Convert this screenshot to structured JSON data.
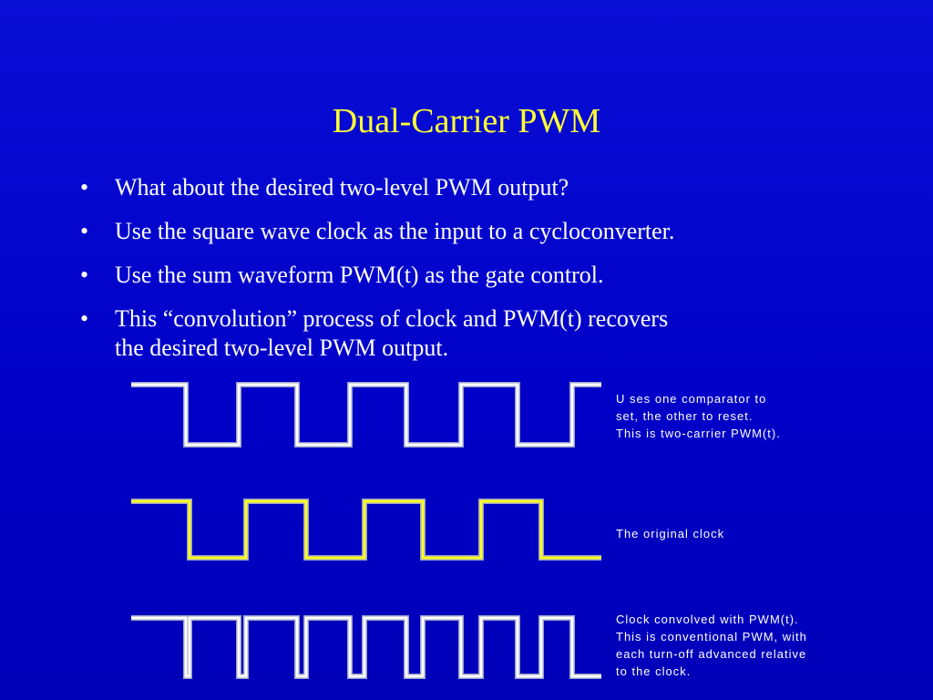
{
  "slide": {
    "title": "Dual-Carrier PWM",
    "bullets": [
      {
        "lines": [
          "What about the desired two-level PWM output?"
        ]
      },
      {
        "lines": [
          "Use the square wave clock as the input to a cycloconverter."
        ]
      },
      {
        "lines": [
          "Use the sum waveform PWM(t) as the gate control."
        ]
      },
      {
        "lines": [
          "This “convolution” process of clock and PWM(t) recovers",
          "the desired two-level PWM output."
        ]
      }
    ],
    "bullet_glyph": "•"
  },
  "captions": [
    {
      "text": "U ses one comparator to\nset, the other to reset.\nThis is two-carrier PWM(t)."
    },
    {
      "text": "The original clock"
    },
    {
      "text": "Clock convolved with PWM(t).\nThis is conventional PWM, with\neach turn-off advanced relative\nto the clock."
    }
  ],
  "colors": {
    "background": "#0000c8",
    "title": "#ffff33",
    "text": "#ffffff",
    "wave_white": "#ffffff",
    "wave_yellow": "#ffff22",
    "wave_outline": "#9aa0c8"
  }
}
